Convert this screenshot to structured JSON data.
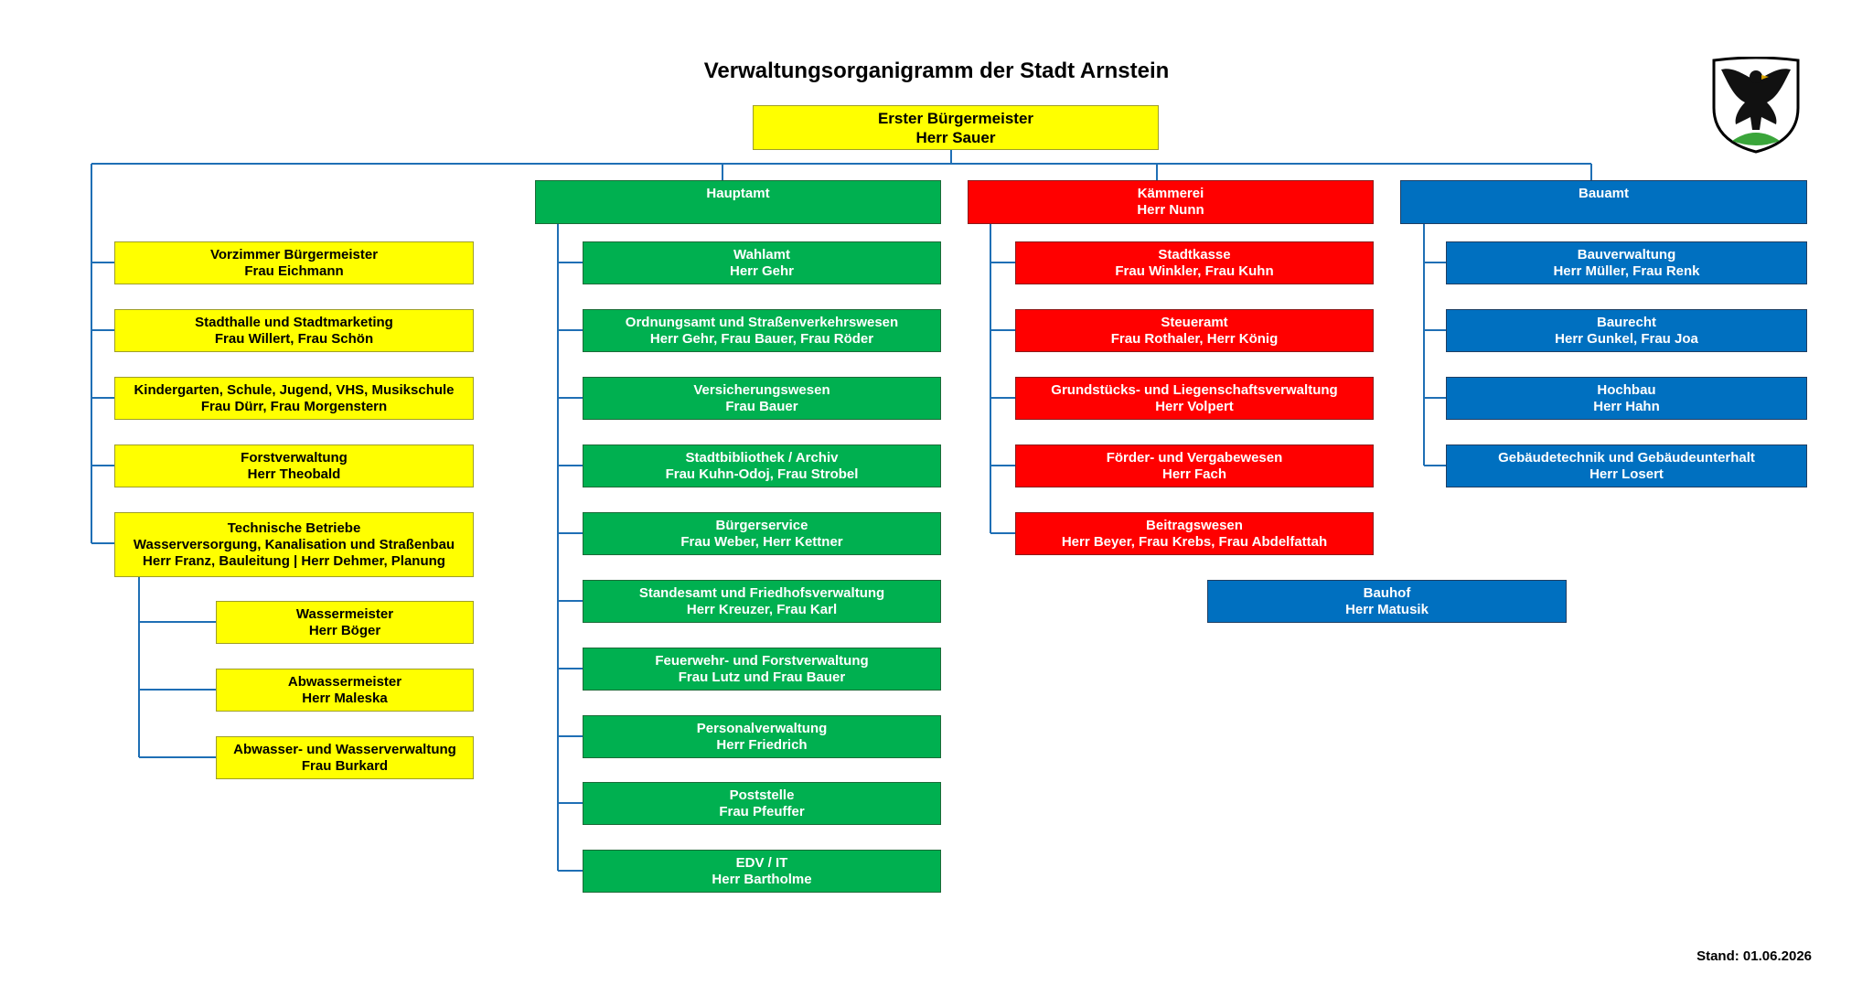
{
  "title": "Verwaltungsorganigramm der Stadt Arnstein",
  "stand": "Stand: 01.06.2026",
  "colors": {
    "yellow": "#ffff00",
    "green": "#00b050",
    "red": "#ff0000",
    "blue": "#0070c0",
    "line": "#1f6fb5"
  },
  "crest_icon": "eagle-coat-of-arms-icon",
  "mayor": {
    "title": "Erster Bürgermeister",
    "name": "Herr Sauer"
  },
  "staff": [
    {
      "title": "Vorzimmer Bürgermeister",
      "name": "Frau Eichmann"
    },
    {
      "title": "Stadthalle und Stadtmarketing",
      "name": "Frau Willert, Frau Schön"
    },
    {
      "title": "Kindergarten, Schule, Jugend, VHS, Musikschule",
      "name": "Frau Dürr, Frau Morgenstern"
    },
    {
      "title": "Forstverwaltung",
      "name": "Herr Theobald"
    }
  ],
  "technische_betriebe": {
    "title": "Technische Betriebe",
    "line2": "Wasserversorgung, Kanalisation und Straßenbau",
    "line3": "Herr Franz, Bauleitung | Herr Dehmer, Planung",
    "children": [
      {
        "title": "Wassermeister",
        "name": "Herr Böger"
      },
      {
        "title": "Abwassermeister",
        "name": "Herr Maleska"
      },
      {
        "title": "Abwasser- und Wasserverwaltung",
        "name": "Frau Burkard"
      }
    ]
  },
  "hauptamt": {
    "title": "Hauptamt",
    "children": [
      {
        "title": "Wahlamt",
        "name": "Herr Gehr"
      },
      {
        "title": "Ordnungsamt und Straßenverkehrswesen",
        "name": "Herr Gehr, Frau Bauer, Frau Röder"
      },
      {
        "title": "Versicherungswesen",
        "name": "Frau Bauer"
      },
      {
        "title": "Stadtbibliothek / Archiv",
        "name": "Frau Kuhn-Odoj, Frau Strobel"
      },
      {
        "title": "Bürgerservice",
        "name": "Frau Weber, Herr Kettner"
      },
      {
        "title": "Standesamt und Friedhofsverwaltung",
        "name": "Herr Kreuzer, Frau Karl"
      },
      {
        "title": "Feuerwehr- und Forstverwaltung",
        "name": "Frau Lutz und Frau Bauer"
      },
      {
        "title": "Personalverwaltung",
        "name": "Herr Friedrich"
      },
      {
        "title": "Poststelle",
        "name": "Frau Pfeuffer"
      },
      {
        "title": "EDV / IT",
        "name": "Herr Bartholme"
      }
    ]
  },
  "kaemmerei": {
    "title": "Kämmerei",
    "name": "Herr Nunn",
    "children": [
      {
        "title": "Stadtkasse",
        "name": "Frau Winkler, Frau Kuhn"
      },
      {
        "title": "Steueramt",
        "name": "Frau Rothaler, Herr König"
      },
      {
        "title": "Grundstücks- und Liegenschaftsverwaltung",
        "name": "Herr Volpert"
      },
      {
        "title": "Förder- und Vergabewesen",
        "name": "Herr Fach"
      },
      {
        "title": "Beitragswesen",
        "name": "Herr Beyer, Frau Krebs, Frau Abdelfattah"
      }
    ]
  },
  "bauamt": {
    "title": "Bauamt",
    "children": [
      {
        "title": "Bauverwaltung",
        "name": "Herr Müller, Frau Renk"
      },
      {
        "title": "Baurecht",
        "name": "Herr Gunkel, Frau Joa"
      },
      {
        "title": "Hochbau",
        "name": "Herr Hahn"
      },
      {
        "title": "Gebäudetechnik und Gebäudeunterhalt",
        "name": "Herr Losert"
      }
    ]
  },
  "bauhof": {
    "title": "Bauhof",
    "name": "Herr Matusik"
  }
}
